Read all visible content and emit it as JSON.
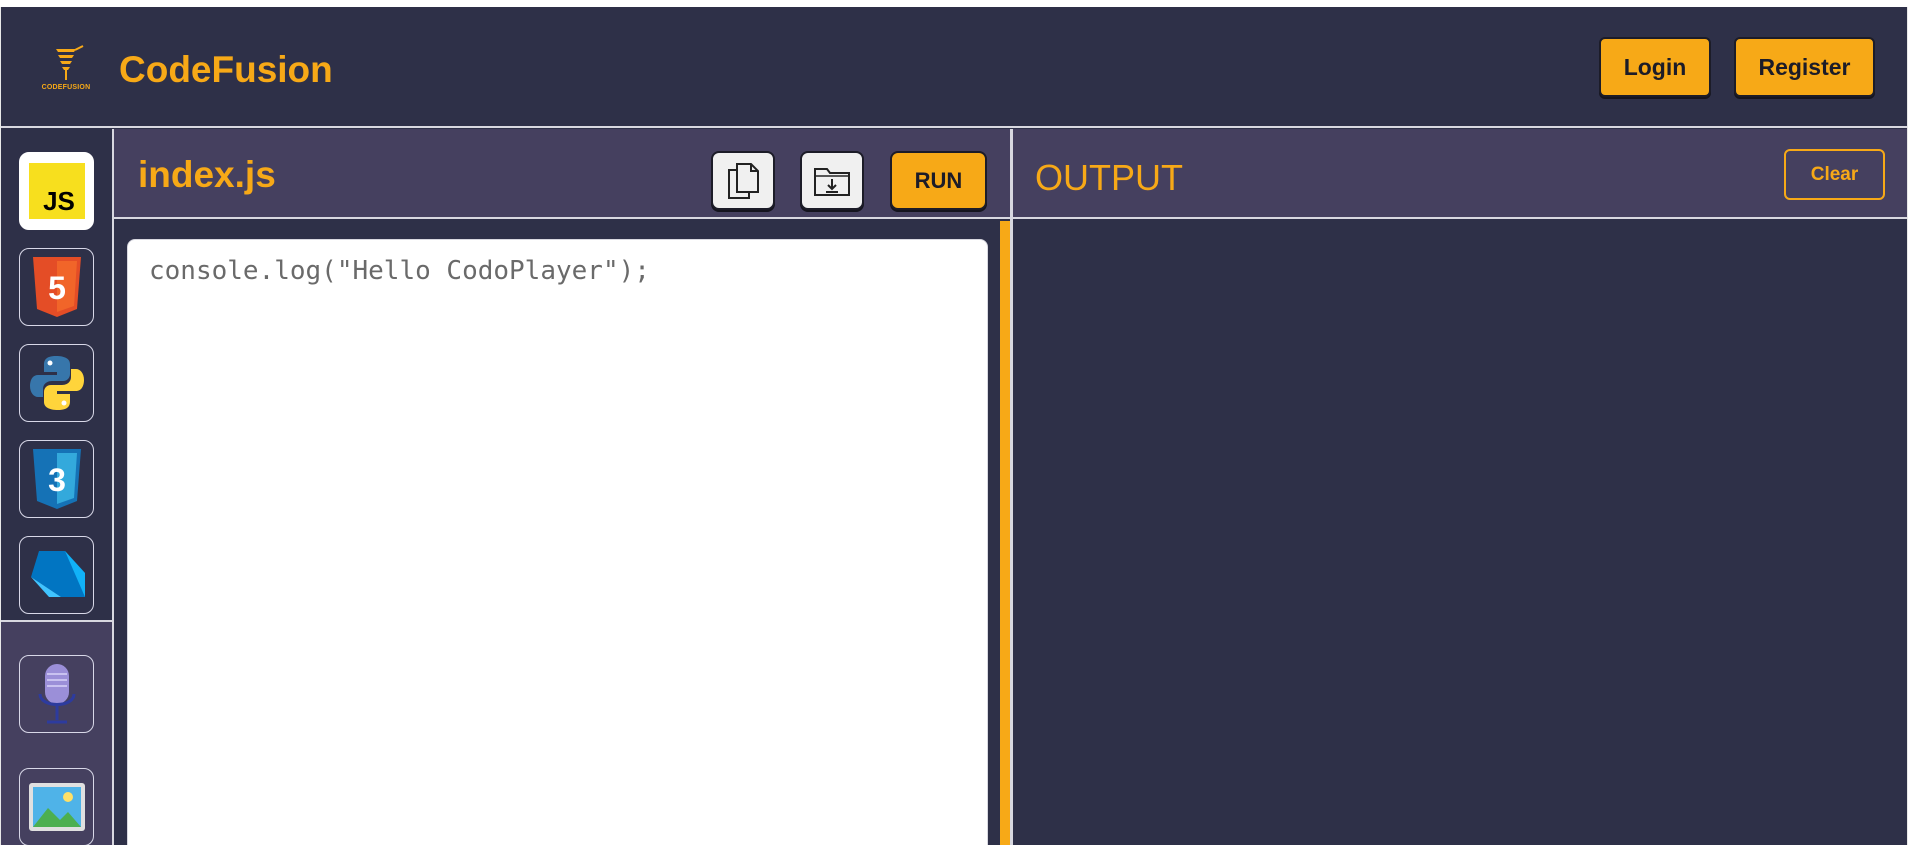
{
  "header": {
    "brand_title": "CodeFusion",
    "logo_small_text": "CODEFUSION",
    "login_label": "Login",
    "register_label": "Register"
  },
  "sidebar": {
    "languages": [
      {
        "name": "JavaScript",
        "icon": "javascript-icon",
        "badge": "JS",
        "active": true
      },
      {
        "name": "HTML5",
        "icon": "html5-icon",
        "badge": "5"
      },
      {
        "name": "Python",
        "icon": "python-icon"
      },
      {
        "name": "CSS3",
        "icon": "css3-icon",
        "badge": "3"
      },
      {
        "name": "Dart",
        "icon": "dart-icon"
      }
    ],
    "tools": [
      {
        "name": "Voice",
        "icon": "microphone-icon"
      },
      {
        "name": "Image",
        "icon": "image-icon"
      }
    ]
  },
  "editor": {
    "file_name": "index.js",
    "copy_icon": "copy-icon",
    "download_icon": "download-folder-icon",
    "run_label": "RUN",
    "code": "console.log(\"Hello CodoPlayer\");"
  },
  "output": {
    "title": "OUTPUT",
    "clear_label": "Clear"
  },
  "colors": {
    "accent": "#f7a917",
    "background": "#2e3048",
    "panel_header": "#45405f"
  }
}
